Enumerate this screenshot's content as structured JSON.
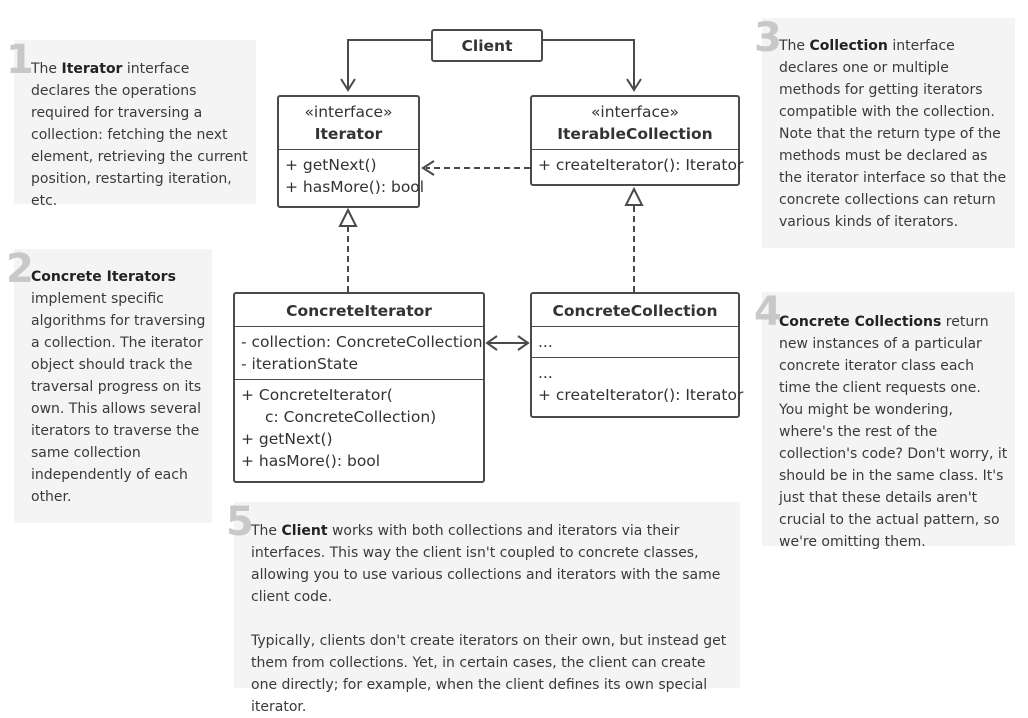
{
  "client": {
    "name": "Client"
  },
  "iterator": {
    "stereotype": "«interface»",
    "name": "Iterator",
    "methods": [
      "+ getNext()",
      "+ hasMore(): bool"
    ]
  },
  "iterable": {
    "stereotype": "«interface»",
    "name": "IterableCollection",
    "methods": [
      "+ createIterator(): Iterator"
    ]
  },
  "concrete_iterator": {
    "name": "ConcreteIterator",
    "fields": [
      "- collection: ConcreteCollection",
      "- iterationState"
    ],
    "methods": [
      "+ ConcreteIterator(",
      "c: ConcreteCollection)",
      "+ getNext()",
      "+ hasMore(): bool"
    ]
  },
  "concrete_collection": {
    "name": "ConcreteCollection",
    "fields": [
      "..."
    ],
    "methods": [
      "...",
      "+ createIterator(): Iterator"
    ]
  },
  "notes": {
    "n1": {
      "num": "1",
      "pre": "The ",
      "bold": "Iterator",
      "post": " interface declares the operations required for traversing a collection: fetching the next element, retrieving the current position, restarting iteration, etc."
    },
    "n2": {
      "num": "2",
      "pre": "",
      "bold": "Concrete Iterators",
      "post": " implement specific algorithms for traversing a collection. The iterator object should track the traversal progress on its own. This allows several iterators to traverse the same collection independently of each other."
    },
    "n3": {
      "num": "3",
      "pre": "The ",
      "bold": "Collection",
      "post": " interface declares one or multiple methods for getting iterators compatible with the collection. Note that the return type of the methods must be declared as the iterator interface so that the concrete collections can return various kinds of iterators."
    },
    "n4": {
      "num": "4",
      "pre": "",
      "bold": "Concrete Collections",
      "post": " return new instances of a particular concrete iterator class each time the client requests one. You might be wondering, where's the rest of the collection's code? Don't worry, it should be in the same class. It's just that these details aren't crucial to the actual pattern, so we're omitting them."
    },
    "n5": {
      "num": "5",
      "pre": "The ",
      "bold": "Client",
      "post": " works with both collections and iterators via their interfaces. This way the client isn't coupled to concrete classes, allowing you to use various collections and iterators with the same client code.",
      "para2": "Typically, clients don't create iterators on their own, but instead get them from collections. Yet, in certain cases, the client can create one directly; for example, when the client defines its own special iterator."
    }
  }
}
